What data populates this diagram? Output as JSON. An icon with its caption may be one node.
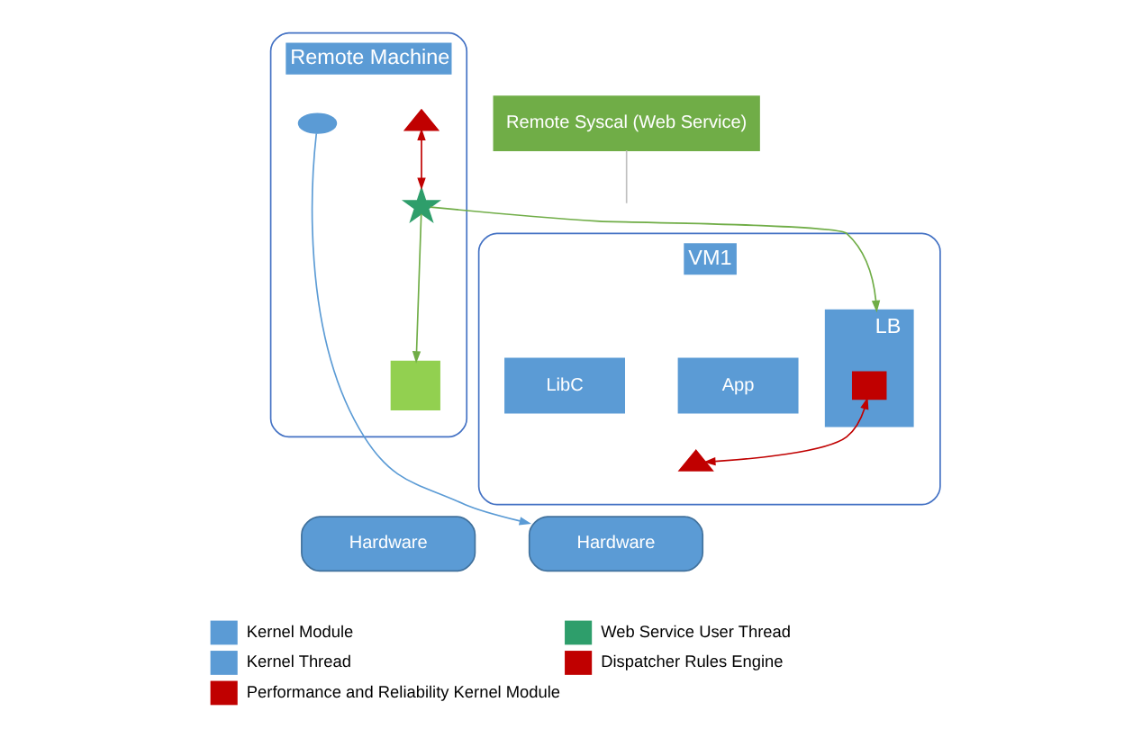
{
  "diagram": {
    "nodes": [
      {
        "text": [
          "VM1"
        ]
      },
      {
        "text": [
          "App"
        ],
        "in": 0
      },
      {
        "text": [
          "LibC"
        ],
        "in": 0
      },
      {
        "text": [
          "LB"
        ],
        "in": 0
      },
      {
        "text": [],
        "shape": "box",
        "in": 3
      },
      {
        "text": [],
        "shape": "triangle",
        "in": 0
      },
      {
        "text": [
          "Remote Syscal (Web Service)"
        ]
      },
      {
        "text": [
          "Remote Machine"
        ]
      },
      {
        "text": [],
        "shape": "star",
        "in": 7
      },
      {
        "text": [],
        "shape": "triangle",
        "in": 7
      },
      {
        "text": [],
        "shape": "box",
        "in": 7
      },
      {
        "text": [],
        "shape": "ellipse",
        "in": 7
      },
      {
        "text": [
          "Hardware"
        ]
      },
      {
        "text": [
          "Hardware"
        ]
      }
    ],
    "edges": [
      {
        "from": 8,
        "to": 3,
        "arrow": "to",
        "color": "#70ad47"
      },
      {
        "from": 8,
        "to": 10,
        "arrow": "to",
        "color": "#70ad47"
      },
      {
        "from": 9,
        "to": 8,
        "arrow": "both",
        "color": "#c00000"
      },
      {
        "from": 4,
        "to": 5,
        "arrow": "both",
        "color": "#c00000"
      },
      {
        "from": 11,
        "to": 13,
        "arrow": "to",
        "color": "#5b9bd5"
      },
      {
        "from": 6,
        "to": null,
        "arrow": "none",
        "color": "#bfbfbf"
      }
    ],
    "legend": [
      {
        "text": "Kernel Module",
        "color": "#5b9bd5"
      },
      {
        "text": "Web Service User Thread",
        "color": "#2e9e6b"
      },
      {
        "text": "Kernel Thread",
        "color": "#5b9bd5"
      },
      {
        "text": "Dispatcher Rules Engine",
        "color": "#c00000"
      },
      {
        "text": "Performance and Reliability Kernel Module",
        "color": "#c00000"
      }
    ]
  }
}
